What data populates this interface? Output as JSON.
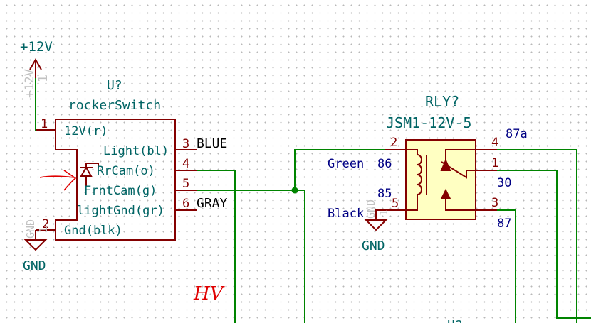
{
  "power_symbol": {
    "label": "+12V",
    "ghost_text": "+12V",
    "ghost_pin": "1"
  },
  "switch": {
    "ref": "U?",
    "value": "rockerSwitch",
    "pins": [
      {
        "num": "1",
        "name": "12V(r)"
      },
      {
        "num": "2",
        "name": "Gnd(blk)"
      },
      {
        "num": "3",
        "name": "Light(bl)",
        "net": "BLUE"
      },
      {
        "num": "4",
        "name": "RrCam(o)"
      },
      {
        "num": "5",
        "name": "FrntCam(g)"
      },
      {
        "num": "6",
        "name": "lightGnd(gr)",
        "net": "GRAY"
      }
    ]
  },
  "gnd_left": {
    "label": "GND",
    "ghost": "GND",
    "ghost_pin": "1"
  },
  "gnd_relay": {
    "label": "GND",
    "ghost": "GND",
    "ghost_pin": "1"
  },
  "relay": {
    "ref": "RLY?",
    "value": "JSM1-12V-5",
    "pins": [
      {
        "num": "2",
        "func": "86",
        "wire": "Green"
      },
      {
        "num": "5",
        "func": "85",
        "wire": "Black"
      },
      {
        "num": "4",
        "func": "87a"
      },
      {
        "num": "1",
        "func": "30"
      },
      {
        "num": "3",
        "func": "87"
      }
    ]
  },
  "handwriting": {
    "note": "HV"
  },
  "partial_ref": "U?",
  "colors": {
    "wire": "#008400",
    "symbol": "#840000",
    "text_dark": "#006464",
    "pin_label": "#000084",
    "body_fill": "#ffffc2",
    "annotation": "#e00000",
    "ghost": "#c2c2c2"
  }
}
